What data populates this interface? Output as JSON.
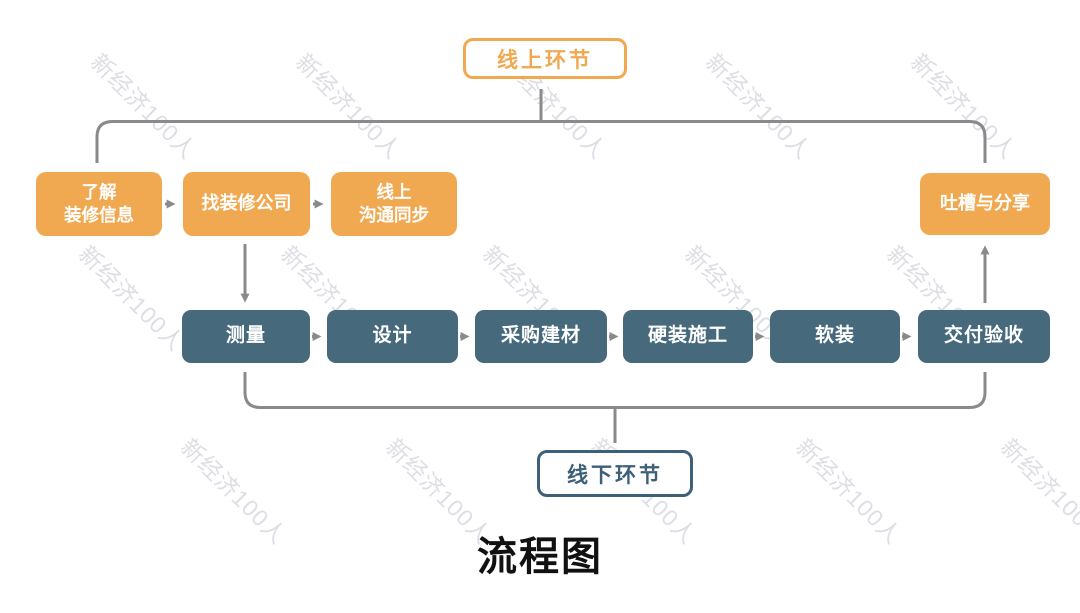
{
  "diagram": {
    "caption": "流程图",
    "watermark_text": "新经济100人",
    "online_phase": {
      "label": "线上环节"
    },
    "offline_phase": {
      "label": "线下环节"
    },
    "online_steps": [
      {
        "label": "了解\n装修信息"
      },
      {
        "label": "找装修公司"
      },
      {
        "label": "线上\n沟通同步"
      }
    ],
    "feedback_step": {
      "label": "吐槽与分享"
    },
    "offline_steps": [
      {
        "label": "测量"
      },
      {
        "label": "设计"
      },
      {
        "label": "采购建材"
      },
      {
        "label": "硬装施工"
      },
      {
        "label": "软装"
      },
      {
        "label": "交付验收"
      }
    ],
    "colors": {
      "orange": "#F0A950",
      "slate": "#47697C",
      "slate_dark": "#3D6078",
      "connector": "#8A8A8A"
    }
  }
}
